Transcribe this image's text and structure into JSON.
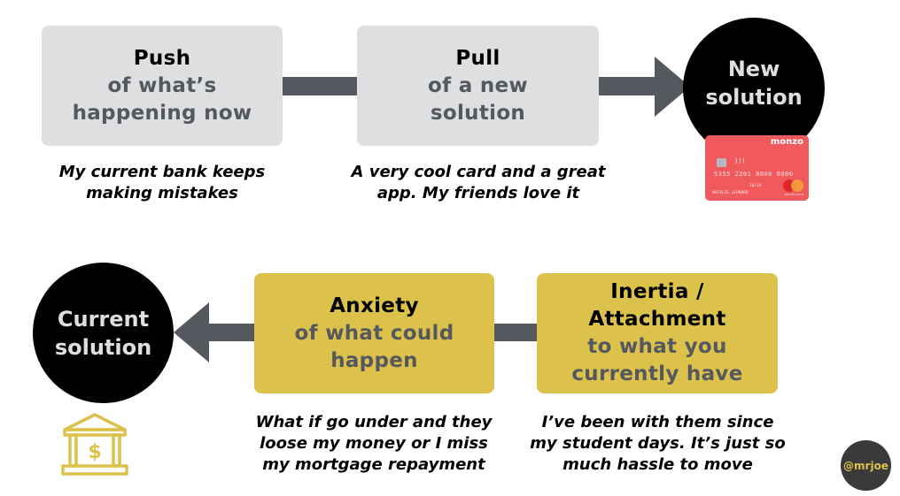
{
  "colors": {
    "grey_box": "#dddfe1",
    "yellow_box": "#dcc24a",
    "arrow": "#55585e",
    "circle": "#000000",
    "card": "#f05a5c",
    "handle_bg": "#3a3a3a",
    "handle_text": "#dcc24a"
  },
  "top_row": {
    "push": {
      "title": "Push",
      "sub_lines": [
        "of what’s",
        "happening now"
      ],
      "caption_lines": [
        "My current bank keeps",
        "making mistakes"
      ]
    },
    "pull": {
      "title": "Pull",
      "sub_lines": [
        "of a new",
        "solution"
      ],
      "caption_lines": [
        "A very cool card and a great",
        "app. My friends love it"
      ]
    },
    "new_solution": {
      "lines": [
        "New",
        "solution"
      ],
      "card": {
        "brand": "monzo",
        "number": "5355 2201 0000 0000",
        "expiry": "16/19",
        "holder": "NATALIE LEONARD",
        "network_label": "mastercard",
        "contactless_icon": "contactless-icon",
        "chip_icon": "chip-icon"
      }
    }
  },
  "bottom_row": {
    "current_solution": {
      "lines": [
        "Current",
        "solution"
      ],
      "icon": "bank-dollar-icon"
    },
    "anxiety": {
      "title": "Anxiety",
      "sub_lines": [
        "of what could",
        "happen"
      ],
      "caption_lines": [
        "What if go under and they",
        "loose my money or I miss",
        "my mortgage repayment"
      ]
    },
    "inertia": {
      "title_lines": [
        "Inertia /",
        "Attachment"
      ],
      "sub_lines": [
        "to what you",
        "currently have"
      ],
      "caption_lines": [
        "I’ve been with them since",
        "my student days. It’s just so",
        "much hassle to move"
      ]
    }
  },
  "handle": "@mrjoe"
}
